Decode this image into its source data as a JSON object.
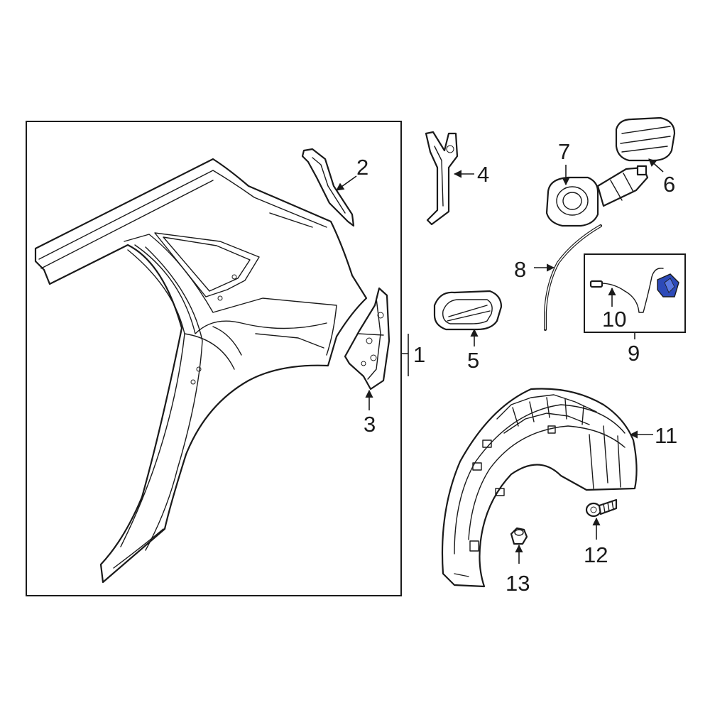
{
  "diagram": {
    "callouts": [
      "1",
      "2",
      "3",
      "4",
      "5",
      "6",
      "7",
      "8",
      "9",
      "10",
      "11",
      "12",
      "13"
    ],
    "colors": {
      "line": "#1a1a1a",
      "background": "#ffffff",
      "highlight": "#2d4ab8"
    }
  }
}
